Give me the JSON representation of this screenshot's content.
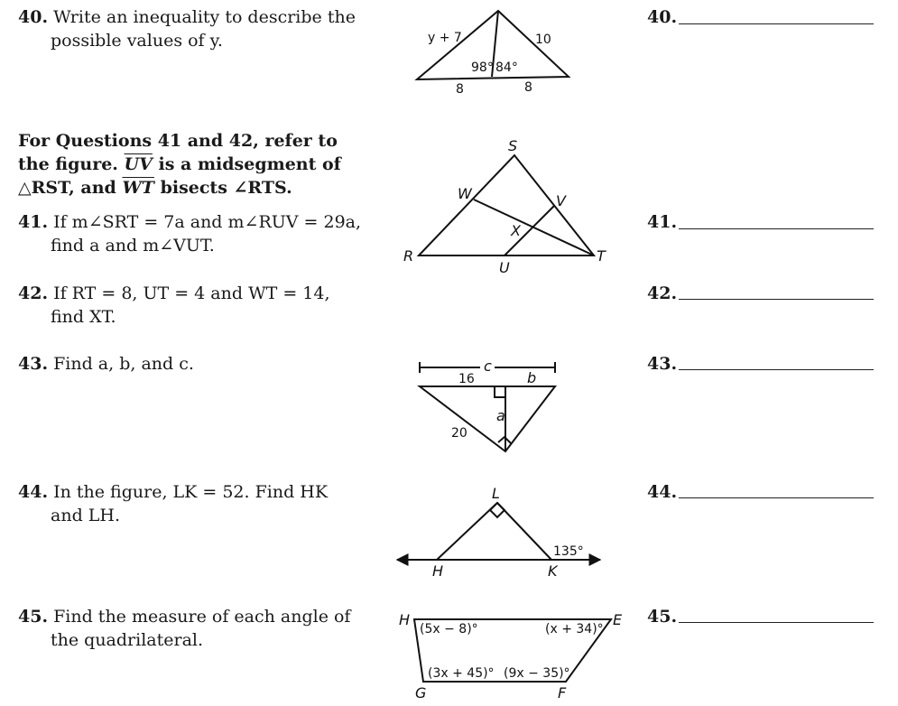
{
  "q40": {
    "num": "40.",
    "line1": "Write an inequality to describe the",
    "line2": "possible values of y."
  },
  "intro": {
    "l1": "For Questions 41 and 42, refer to",
    "l2a": "the figure.",
    "uv": "UV",
    "l2b": "is a midsegment of",
    "l3a": "△RST, and",
    "wt": "WT",
    "l3b": "bisects ∠RTS."
  },
  "q41": {
    "num": "41.",
    "line1": "If m∠SRT = 7a and m∠RUV = 29a,",
    "line2": "find a and m∠VUT."
  },
  "q42": {
    "num": "42.",
    "line1": "If RT = 8, UT = 4 and WT = 14,",
    "line2": "find XT."
  },
  "q43": {
    "num": "43.",
    "line1": "Find a, b, and c."
  },
  "q44": {
    "num": "44.",
    "line1": "In the figure, LK = 52. Find HK",
    "line2": "and LH."
  },
  "q45": {
    "num": "45.",
    "line1": "Find the measure of each angle of",
    "line2": "the quadrilateral."
  },
  "answers": [
    "40.",
    "41.",
    "42.",
    "43.",
    "44.",
    "45."
  ],
  "fig40": {
    "left": "y + 7",
    "right": "10",
    "angL": "98°",
    "angR": "84°",
    "baseL": "8",
    "baseR": "8"
  },
  "fig41": {
    "S": "S",
    "R": "R",
    "T": "T",
    "U": "U",
    "V": "V",
    "W": "W",
    "X": "X"
  },
  "fig43": {
    "c": "c",
    "top": "16",
    "b": "b",
    "a": "a",
    "hyp": "20"
  },
  "fig44": {
    "L": "L",
    "H": "H",
    "K": "K",
    "ang": "135°"
  },
  "fig45": {
    "H": "H",
    "E": "E",
    "G": "G",
    "F": "F",
    "angH": "(5x − 8)°",
    "angE": "(x + 34)°",
    "angG": "(3x + 45)°",
    "angF": "(9x − 35)°"
  }
}
